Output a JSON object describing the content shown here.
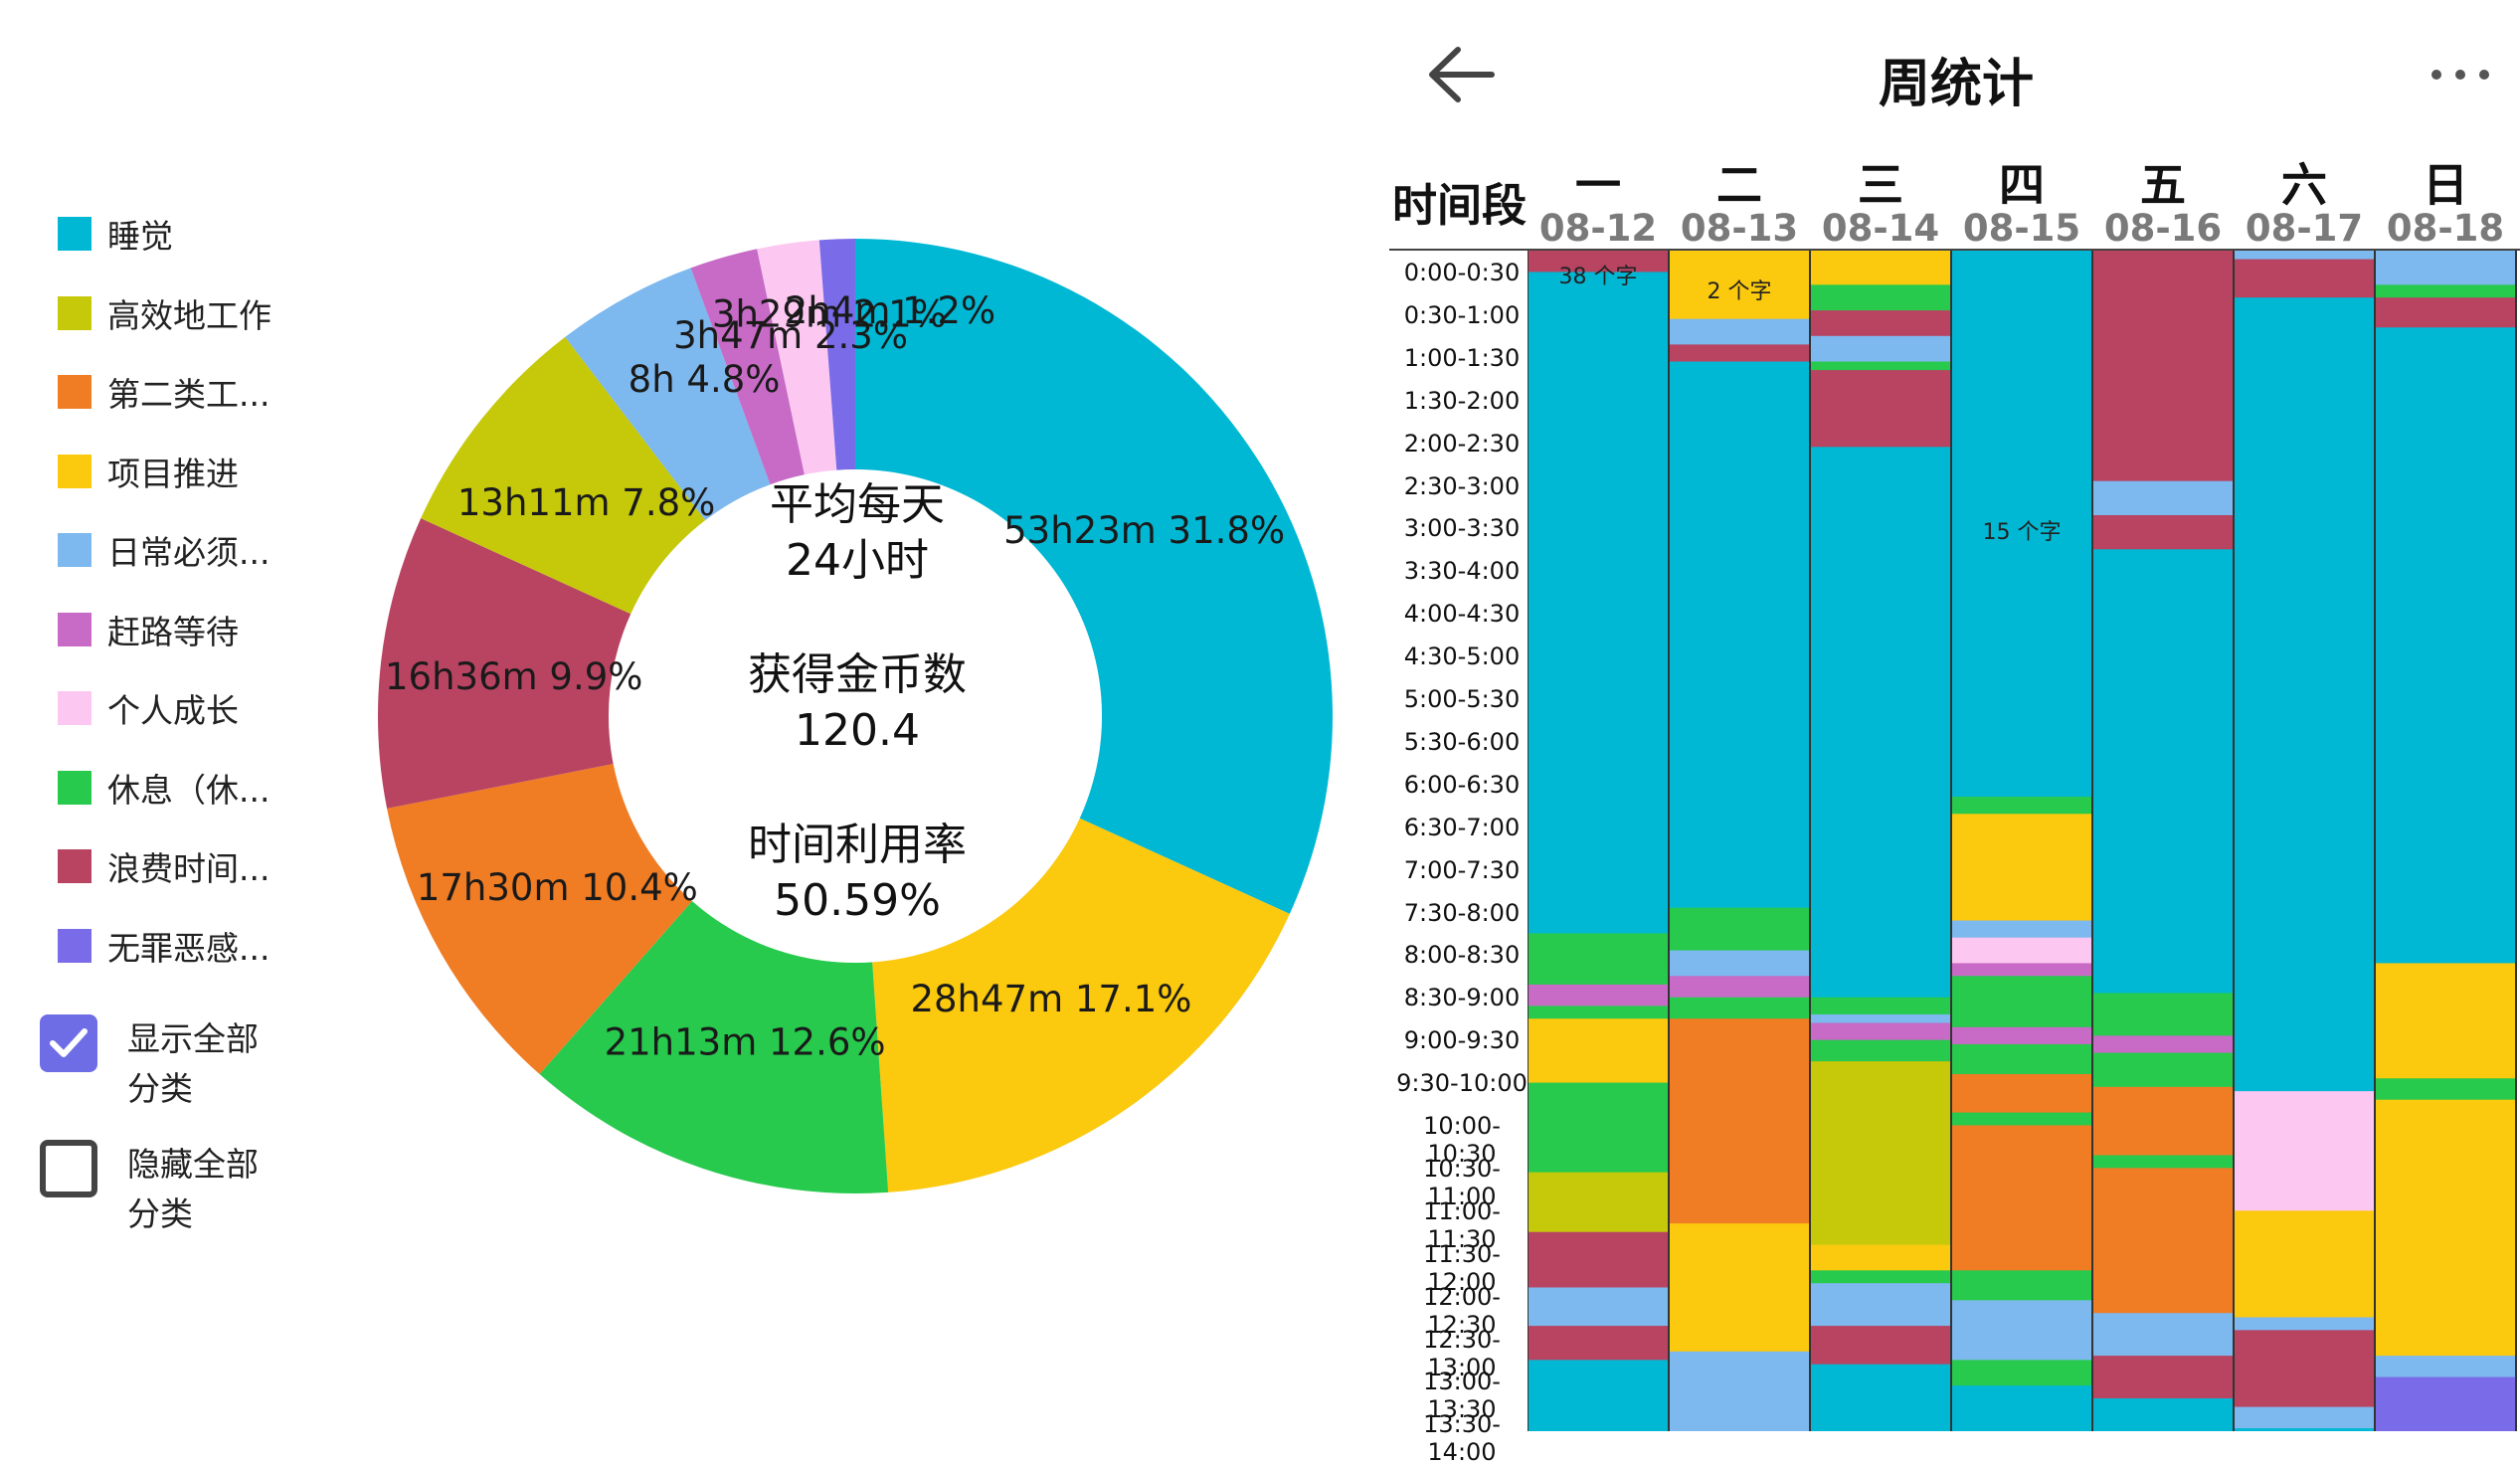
{
  "header": {
    "title": "周统计",
    "time_col": "时间段"
  },
  "days": [
    {
      "name": "一",
      "date": "08-12"
    },
    {
      "name": "二",
      "date": "08-13"
    },
    {
      "name": "三",
      "date": "08-14"
    },
    {
      "name": "四",
      "date": "08-15"
    },
    {
      "name": "五",
      "date": "08-16"
    },
    {
      "name": "六",
      "date": "08-17"
    },
    {
      "name": "日",
      "date": "08-18"
    }
  ],
  "time_slots": [
    "0:00-0:30",
    "0:30-1:00",
    "1:00-1:30",
    "1:30-2:00",
    "2:00-2:30",
    "2:30-3:00",
    "3:00-3:30",
    "3:30-4:00",
    "4:00-4:30",
    "4:30-5:00",
    "5:00-5:30",
    "5:30-6:00",
    "6:00-6:30",
    "6:30-7:00",
    "7:00-7:30",
    "7:30-8:00",
    "8:00-8:30",
    "8:30-9:00",
    "9:00-9:30",
    "9:30-10:00",
    "10:00-10:30",
    "10:30-11:00",
    "11:00-11:30",
    "11:30-12:00",
    "12:00-12:30",
    "12:30-13:00",
    "13:00-13:30",
    "13:30-14:00"
  ],
  "legend": {
    "items": [
      {
        "label": "睡觉",
        "color": "#00b8d4"
      },
      {
        "label": "高效地工作",
        "color": "#c6c80a"
      },
      {
        "label": "第二类工...",
        "color": "#f07c24"
      },
      {
        "label": "项目推进",
        "color": "#fbc90e"
      },
      {
        "label": "日常必须...",
        "color": "#7db8ee"
      },
      {
        "label": "赶路等待",
        "color": "#c76bc6"
      },
      {
        "label": "个人成长",
        "color": "#fcc8f2"
      },
      {
        "label": "休息（休...",
        "color": "#27ca4d"
      },
      {
        "label": "浪费时间...",
        "color": "#b84462"
      },
      {
        "label": "无罪恶感...",
        "color": "#7a6be8"
      }
    ],
    "show_all": {
      "label_line1": "显示全部",
      "label_line2": "分类",
      "checked": true
    },
    "hide_all": {
      "label_line1": "隐藏全部",
      "label_line2": "分类",
      "checked": false
    }
  },
  "center": {
    "avg_label": "平均每天",
    "avg_value": "24小时",
    "coins_label": "获得金币数",
    "coins_value": "120.4",
    "util_label": "时间利用率",
    "util_value": "50.59%"
  },
  "chart_data": {
    "type": "pie",
    "series": [
      {
        "category": "睡觉",
        "label": "53h23m 31.8%",
        "value": 31.8,
        "color": "#00b8d4"
      },
      {
        "category": "项目推进",
        "label": "28h47m 17.1%",
        "value": 17.1,
        "color": "#fbc90e"
      },
      {
        "category": "休息（休...",
        "label": "21h13m 12.6%",
        "value": 12.6,
        "color": "#27ca4d"
      },
      {
        "category": "第二类工...",
        "label": "17h30m 10.4%",
        "value": 10.4,
        "color": "#f07c24"
      },
      {
        "category": "浪费时间...",
        "label": "16h36m 9.9%",
        "value": 9.9,
        "color": "#b84462"
      },
      {
        "category": "高效地工作",
        "label": "13h11m 7.8%",
        "value": 7.8,
        "color": "#c6c80a"
      },
      {
        "category": "日常必须...",
        "label": "8h 4.8%",
        "value": 4.8,
        "color": "#7db8ee"
      },
      {
        "category": "赶路等待",
        "label": "3h47m 2.3%",
        "value": 2.3,
        "color": "#c76bc6"
      },
      {
        "category": "个人成长",
        "label": "3h29m 2.1%",
        "value": 2.1,
        "color": "#fcc8f2"
      },
      {
        "category": "无罪恶感...",
        "label": "2h4m 1.2%",
        "value": 1.2,
        "color": "#7a6be8"
      }
    ]
  },
  "schedule": {
    "notes": [
      {
        "day": 0,
        "slot": 0,
        "text": "38 个字"
      },
      {
        "day": 1,
        "slot": 0,
        "text": "2 个字"
      },
      {
        "day": 3,
        "slot": 6,
        "text": "15 个字"
      }
    ],
    "columns": [
      [
        [
          "浪费时间...",
          0.5
        ],
        [
          "睡觉",
          15.5
        ],
        [
          "休息（休...",
          1.2
        ],
        [
          "赶路等待",
          0.5
        ],
        [
          "休息（休...",
          0.3
        ],
        [
          "项目推进",
          1.5
        ],
        [
          "休息（休...",
          2.1
        ],
        [
          "高效地工作",
          1.4
        ],
        [
          "浪费时间...",
          1.3
        ],
        [
          "日常必须...",
          0.9
        ],
        [
          "浪费时间...",
          0.8
        ],
        [
          "睡觉",
          2.0
        ]
      ],
      [
        [
          "项目推进",
          1.6
        ],
        [
          "日常必须...",
          0.6
        ],
        [
          "浪费时间...",
          0.4
        ],
        [
          "睡觉",
          12.8
        ],
        [
          "休息（休...",
          1.0
        ],
        [
          "日常必须...",
          0.6
        ],
        [
          "赶路等待",
          0.5
        ],
        [
          "休息（休...",
          0.5
        ],
        [
          "第二类工...",
          4.8
        ],
        [
          "项目推进",
          3.0
        ],
        [
          "日常必须...",
          2.2
        ]
      ],
      [
        [
          "项目推进",
          0.8
        ],
        [
          "休息（休...",
          0.6
        ],
        [
          "浪费时间...",
          0.6
        ],
        [
          "日常必须...",
          0.6
        ],
        [
          "休息（休...",
          0.2
        ],
        [
          "浪费时间...",
          1.8
        ],
        [
          "睡觉",
          12.9
        ],
        [
          "休息（休...",
          0.4
        ],
        [
          "日常必须...",
          0.2
        ],
        [
          "赶路等待",
          0.4
        ],
        [
          "休息（休...",
          0.5
        ],
        [
          "高效地工作",
          4.3
        ],
        [
          "项目推进",
          0.6
        ],
        [
          "休息（休...",
          0.3
        ],
        [
          "日常必须...",
          1.0
        ],
        [
          "浪费时间...",
          0.9
        ],
        [
          "睡觉",
          2.0
        ]
      ],
      [
        [
          "睡觉",
          12.8
        ],
        [
          "休息（休...",
          0.4
        ],
        [
          "项目推进",
          2.5
        ],
        [
          "日常必须...",
          0.4
        ],
        [
          "个人成长",
          0.6
        ],
        [
          "赶路等待",
          0.3
        ],
        [
          "休息（休...",
          1.2
        ],
        [
          "赶路等待",
          0.4
        ],
        [
          "休息（休...",
          0.7
        ],
        [
          "第二类工...",
          0.9
        ],
        [
          "休息（休...",
          0.3
        ],
        [
          "第二类工...",
          3.4
        ],
        [
          "休息（休...",
          0.7
        ],
        [
          "日常必须...",
          1.4
        ],
        [
          "休息（休...",
          0.6
        ],
        [
          "睡觉",
          1.5
        ]
      ],
      [
        [
          "浪费时间...",
          5.4
        ],
        [
          "日常必须...",
          0.8
        ],
        [
          "浪费时间...",
          0.8
        ],
        [
          "睡觉",
          10.4
        ],
        [
          "休息（休...",
          1.0
        ],
        [
          "赶路等待",
          0.4
        ],
        [
          "休息（休...",
          0.8
        ],
        [
          "第二类工...",
          1.6
        ],
        [
          "休息（休...",
          0.3
        ],
        [
          "第二类工...",
          3.4
        ],
        [
          "日常必须...",
          1.0
        ],
        [
          "浪费时间...",
          1.0
        ],
        [
          "睡觉",
          1.1
        ]
      ],
      [
        [
          "日常必须...",
          0.2
        ],
        [
          "浪费时间...",
          0.9
        ],
        [
          "睡觉",
          18.6
        ],
        [
          "个人成长",
          2.8
        ],
        [
          "项目推进",
          2.5
        ],
        [
          "日常必须...",
          0.3
        ],
        [
          "浪费时间...",
          1.8
        ],
        [
          "日常必须...",
          0.5
        ],
        [
          "睡觉",
          0.4
        ]
      ],
      [
        [
          "日常必须...",
          0.8
        ],
        [
          "休息（休...",
          0.3
        ],
        [
          "浪费时间...",
          0.7
        ],
        [
          "睡觉",
          14.9
        ],
        [
          "项目推进",
          2.7
        ],
        [
          "休息（休...",
          0.5
        ],
        [
          "项目推进",
          6.0
        ],
        [
          "日常必须...",
          0.5
        ],
        [
          "无罪恶感...",
          1.6
        ]
      ]
    ]
  }
}
